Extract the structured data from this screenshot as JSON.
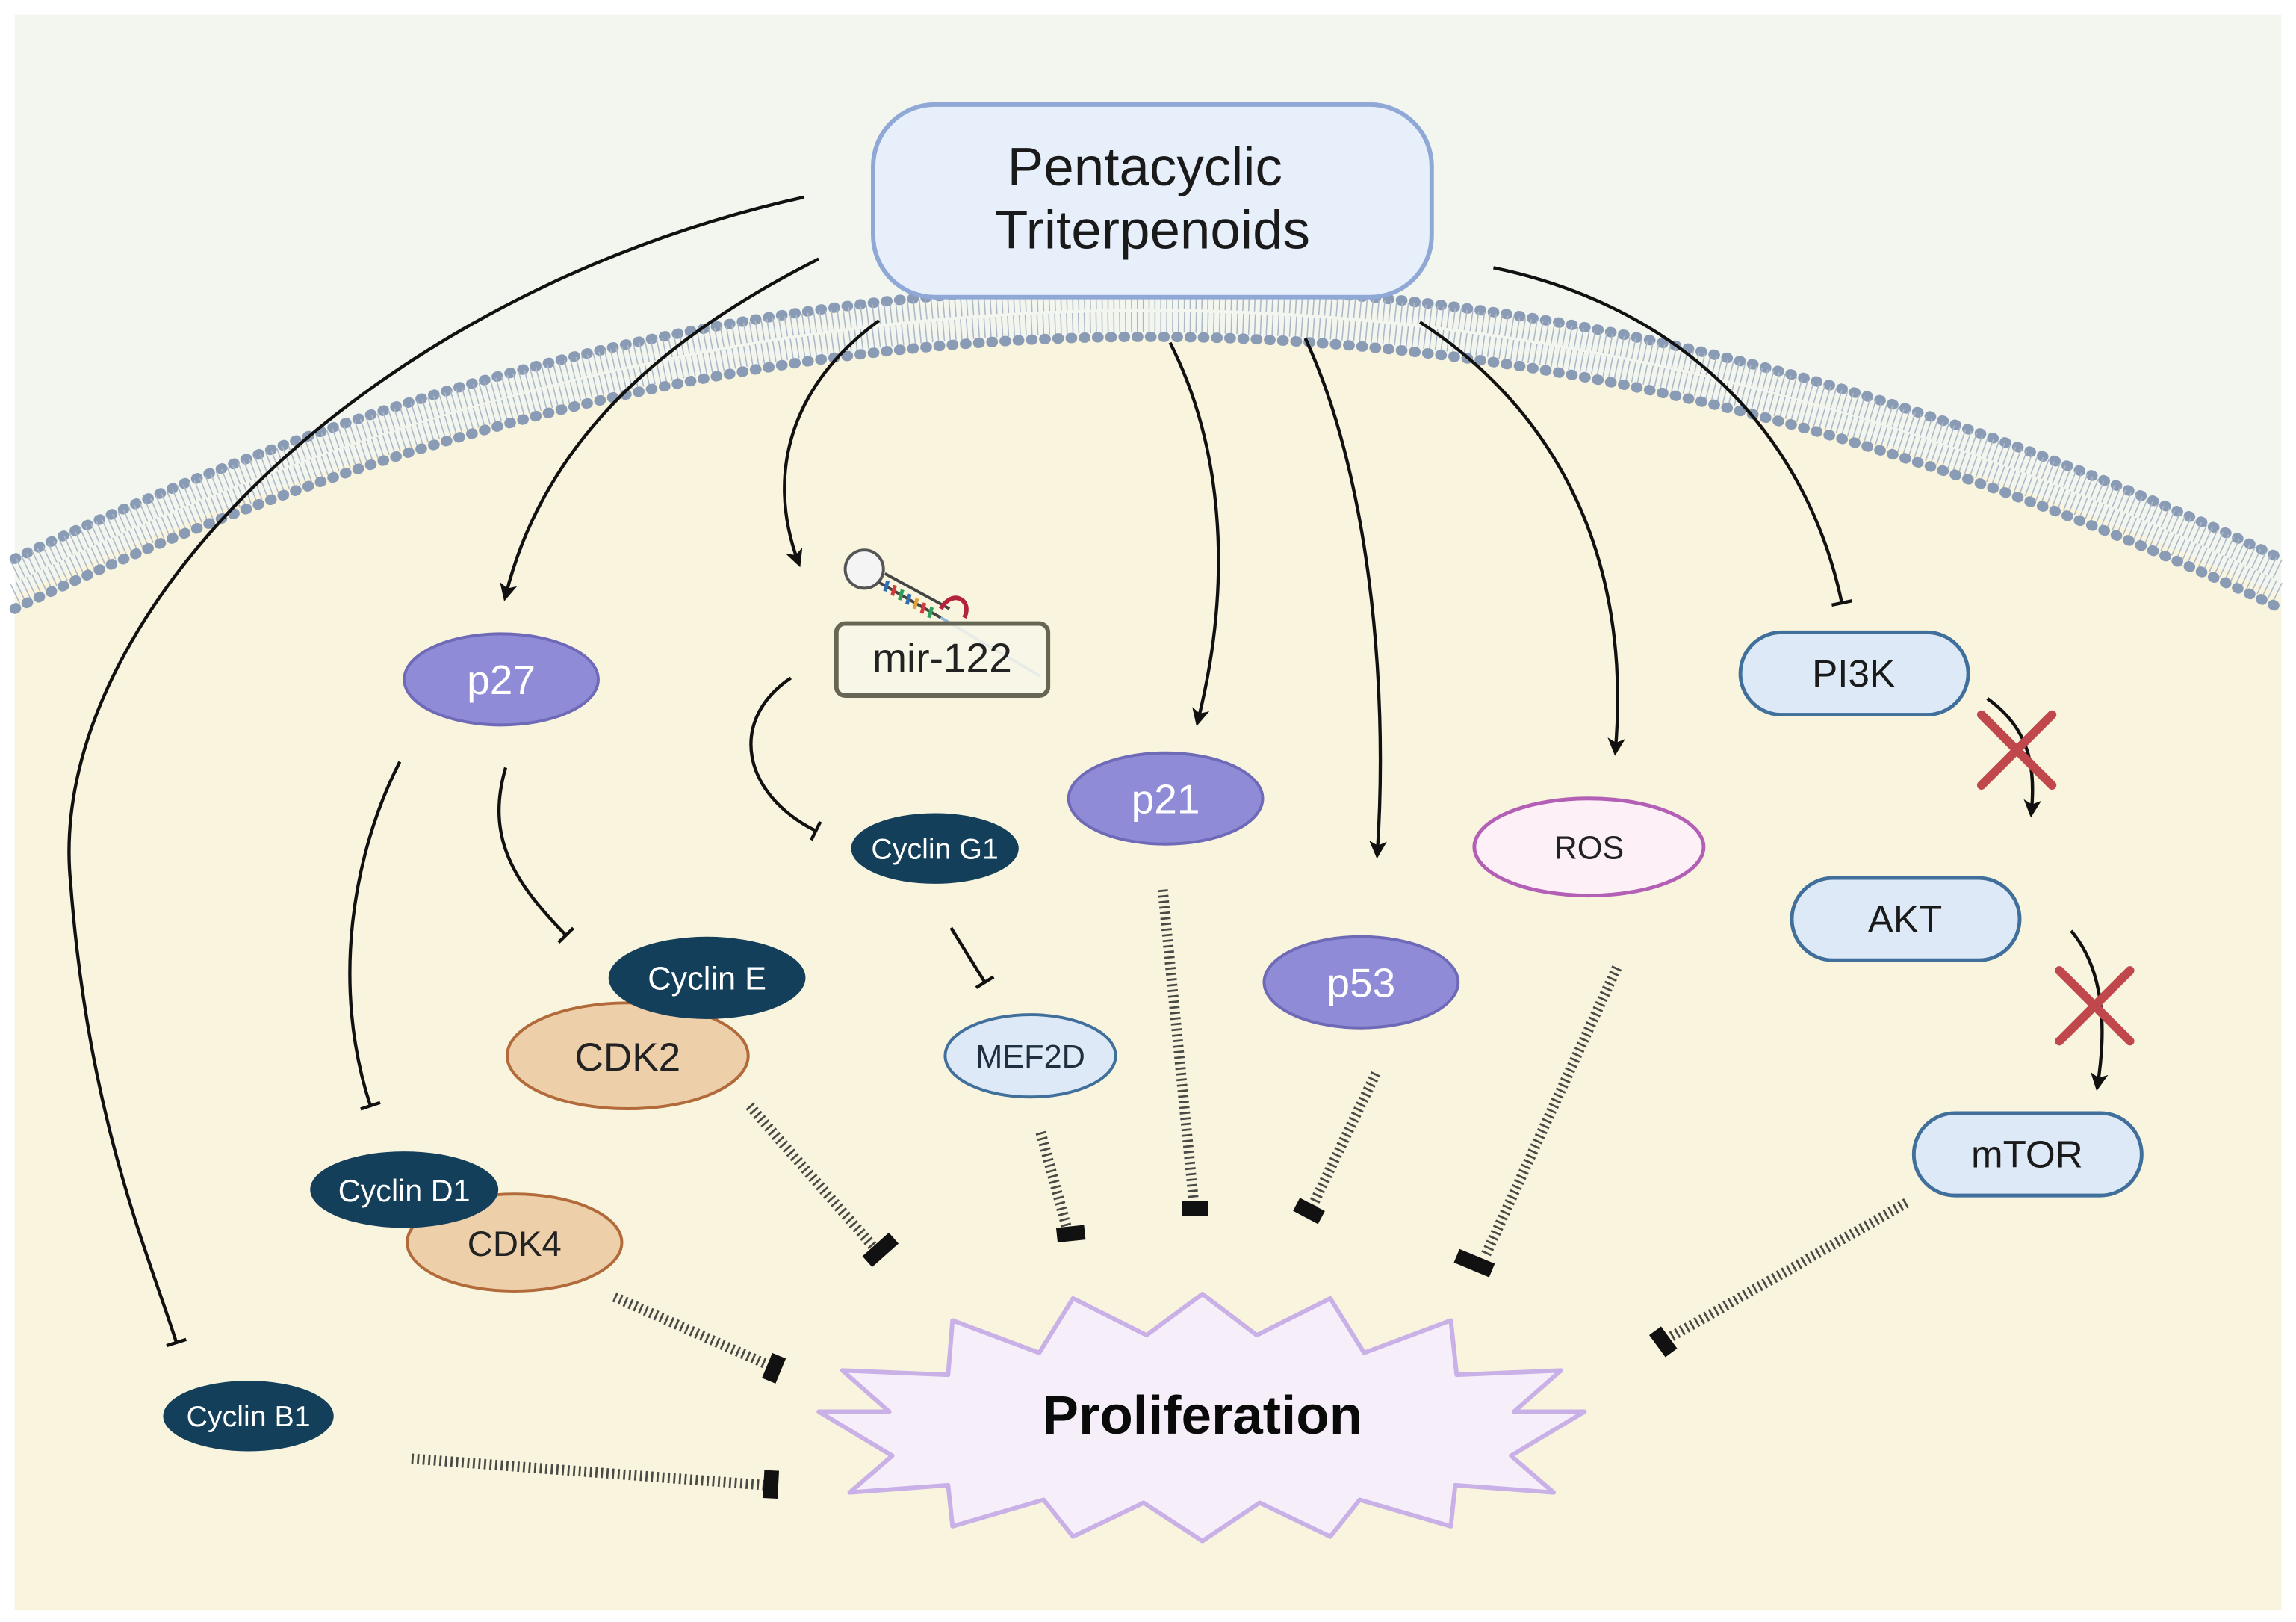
{
  "source_label": "Pentacyclic Triterpenoids",
  "source_label_lines": [
    "Pentacyclic",
    "Triterpenoids"
  ],
  "outcome_label": "Proliferation",
  "nodes": {
    "p27": "p27",
    "mir122": "mir-122",
    "cyclin_g1": "Cyclin G1",
    "mef2d": "MEF2D",
    "cyclin_e": "Cyclin E",
    "cdk2": "CDK2",
    "cyclin_d1": "Cyclin D1",
    "cdk4": "CDK4",
    "cyclin_b1": "Cyclin B1",
    "p21": "p21",
    "p53": "p53",
    "ros": "ROS",
    "pi3k": "PI3K",
    "akt": "AKT",
    "mtor": "mTOR"
  },
  "colors": {
    "background": "#f7f7e4",
    "cell_fill": "#f7f3dc",
    "outer_fill": "#f4f7ee",
    "membrane_head": "#8a9bb5",
    "source_fill": "#e7effa",
    "source_stroke": "#8fa8d6",
    "purple_protein": "#8f8bd6",
    "dark_cyclin": "#143f5a",
    "cdk_fill": "#edcfaa",
    "cdk_stroke": "#b26a3a",
    "ros_fill": "#fdf0f6",
    "ros_stroke": "#b25fb5",
    "light_box": "#dde9f6",
    "light_box_stroke": "#3f6f9a",
    "burst_fill": "#f6effa",
    "burst_stroke": "#c9b0e6",
    "block_x": "#c0474b"
  },
  "icons": [
    "microrna-hairpin-icon",
    "blocked-x-icon"
  ]
}
